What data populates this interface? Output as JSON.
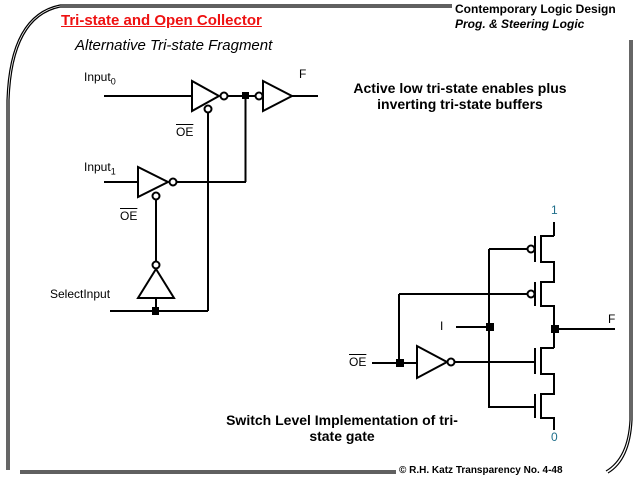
{
  "header": {
    "title": "Tri-state and Open Collector",
    "subtitle": "Alternative Tri-state Fragment",
    "course": "Contemporary  Logic Design",
    "chapter": "Prog. & Steering Logic"
  },
  "notes": {
    "gate_fragment": "Active low tri-state enables plus inverting tri-state buffers",
    "switch_level": "Switch Level Implementation of tri-state gate"
  },
  "fragment_labels": {
    "input0": "Input",
    "input0_sub": "0",
    "input1": "Input",
    "input1_sub": "1",
    "oe_upper": "OE",
    "oe_lower": "OE",
    "select": "SelectInput",
    "output": "F"
  },
  "switch_labels": {
    "vdd": "1",
    "gnd": "0",
    "input": "I",
    "oe": "OE",
    "output": "F"
  },
  "footer": "© R.H. Katz   Transparency No. 4-48",
  "colors": {
    "title": "#ee1111",
    "rail_label": "#1f6f8b"
  }
}
